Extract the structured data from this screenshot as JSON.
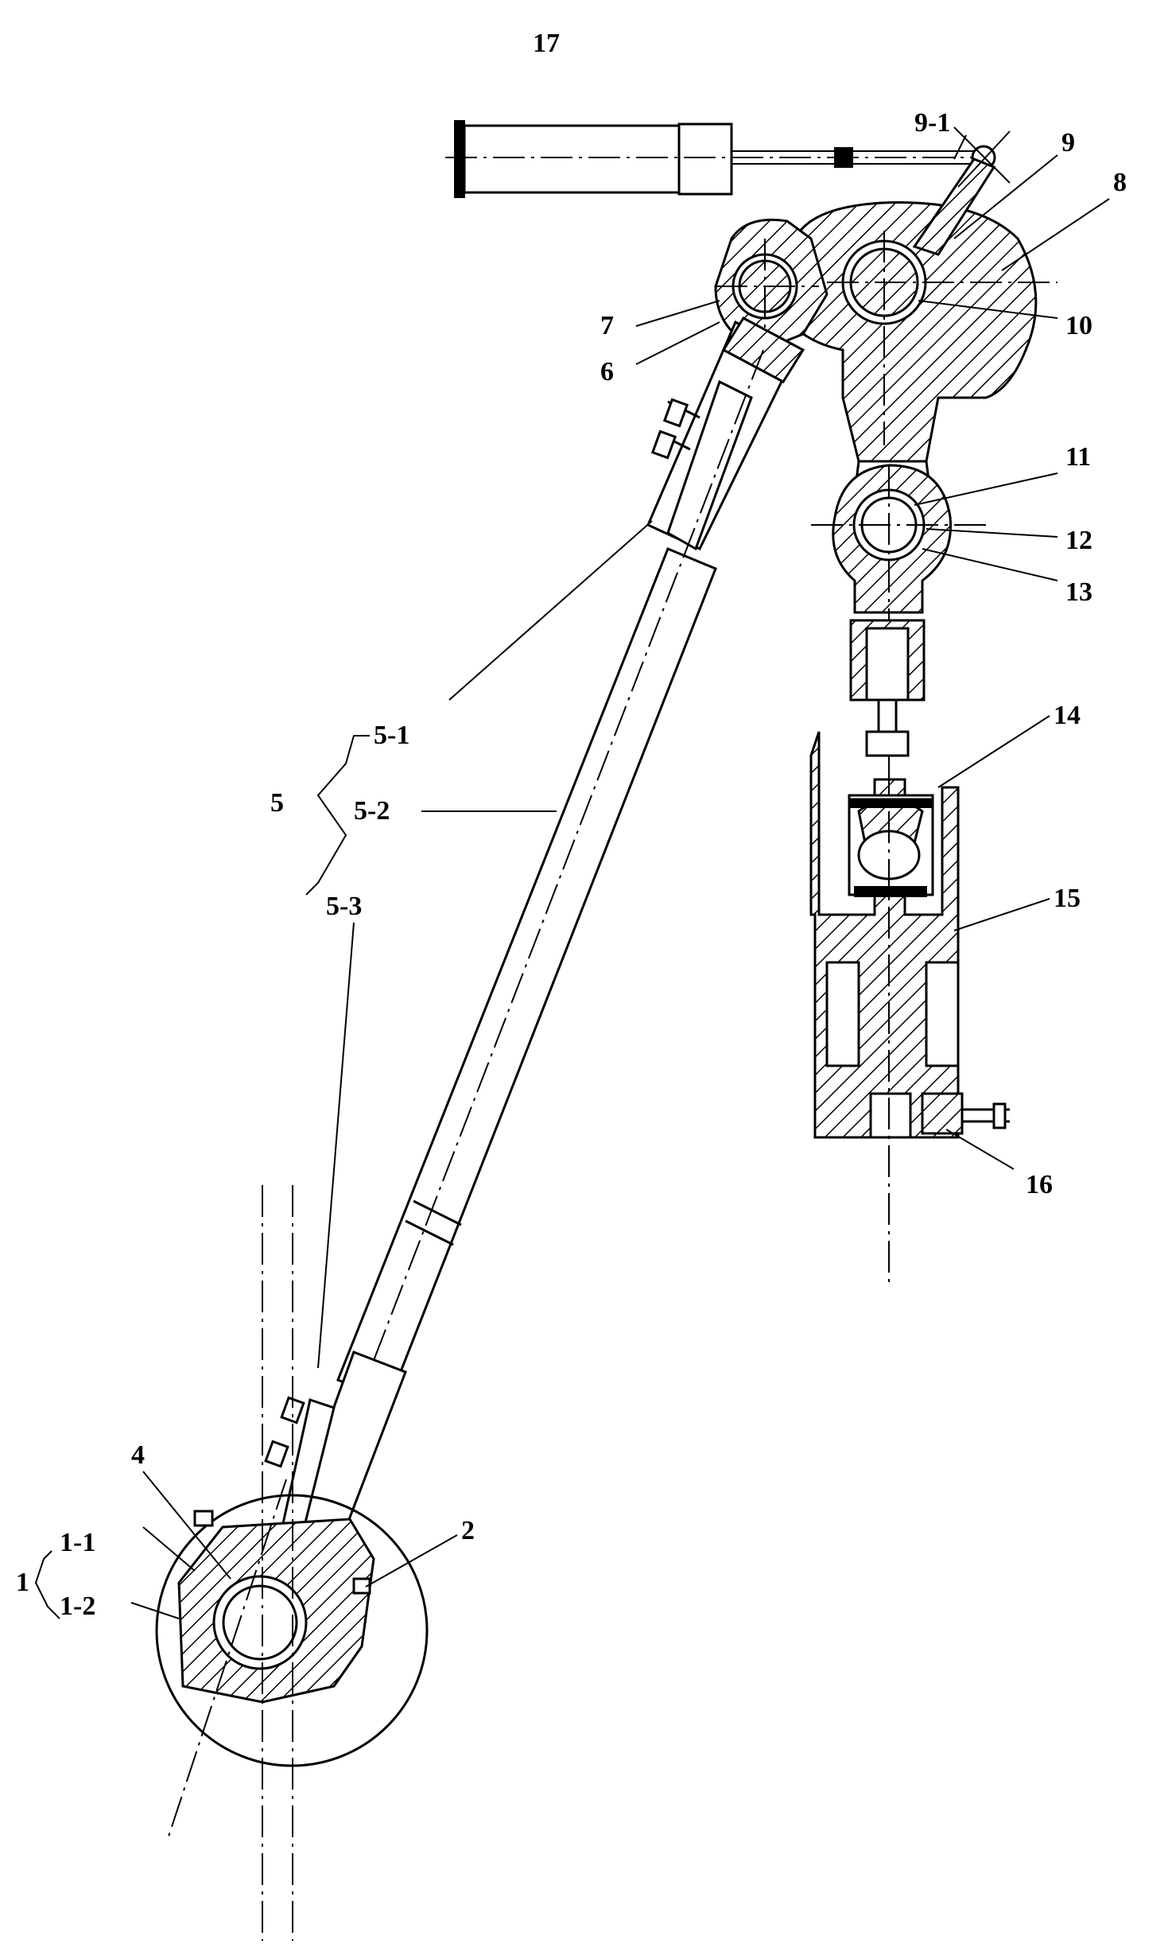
{
  "labels": {
    "l17": "17",
    "l9_1": "9-1",
    "l9": "9",
    "l8": "8",
    "l7": "7",
    "l6": "6",
    "l10": "10",
    "l11": "11",
    "l12": "12",
    "l13": "13",
    "l14": "14",
    "l15": "15",
    "l16": "16",
    "l5": "5",
    "l5_1": "5-1",
    "l5_2": "5-2",
    "l5_3": "5-3",
    "l4": "4",
    "l2": "2",
    "l1": "1",
    "l1_1": "1-1",
    "l1_2": "1-2"
  }
}
